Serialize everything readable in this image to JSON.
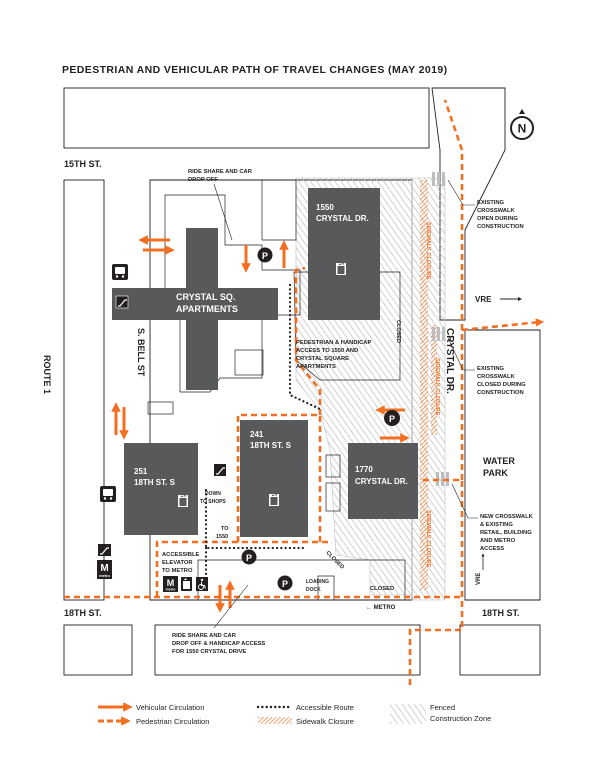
{
  "title": "PEDESTRIAN AND VEHICULAR PATH OF TRAVEL CHANGES (MAY 2019)",
  "compass": "N",
  "streets": {
    "north": "15TH ST.",
    "south_left": "18TH ST.",
    "south_right": "18TH ST.",
    "west": "ROUTE 1",
    "bell": "S. BELL ST",
    "crystal": "CRYSTAL DR."
  },
  "buildings": {
    "apartments_1": "CRYSTAL SQ.",
    "apartments_2": "APARTMENTS",
    "b1550_1": "1550",
    "b1550_2": "CRYSTAL DR.",
    "b241_1": "241",
    "b241_2": "18TH ST. S",
    "b251_1": "251",
    "b251_2": "18TH ST. S",
    "b1770_1": "1770",
    "b1770_2": "CRYSTAL DR."
  },
  "places": {
    "water_park_1": "WATER",
    "water_park_2": "PARK",
    "vre_east": "VRE",
    "vre_south": "VRE"
  },
  "annotations": {
    "rideshare_top_1": "RIDE SHARE AND CAR",
    "rideshare_top_2": "DROP OFF",
    "crosswalk_open_1": "EXISTING",
    "crosswalk_open_2": "CROSSWALK",
    "crosswalk_open_3": "OPEN DURING",
    "crosswalk_open_4": "CONSTRUCTION",
    "crosswalk_closed_1": "EXISTING",
    "crosswalk_closed_2": "CROSSWALK",
    "crosswalk_closed_3": "CLOSED DURING",
    "crosswalk_closed_4": "CONSTRUCTION",
    "ped_access_1": "PEDESTRIAN & HANDICAP",
    "ped_access_2": "ACCESS TO 1550 AND",
    "ped_access_3": "CRYSTAL SQUARE",
    "ped_access_4": "APARTMENTS",
    "new_crosswalk_1": "NEW CROSSWALK",
    "new_crosswalk_2": "& EXISTING",
    "new_crosswalk_3": "RETAIL, BUILDING",
    "new_crosswalk_4": "AND METRO",
    "new_crosswalk_5": "ACCESS",
    "down_shops_1": "DOWN",
    "down_shops_2": "TO SHOPS",
    "to1550_1": "TO",
    "to1550_2": "1550",
    "elevator_1": "ACCESSIBLE",
    "elevator_2": "ELEVATOR",
    "elevator_3": "TO METRO",
    "closed_1": "CLOSED",
    "closed_2": "CLOSED",
    "closed_3": "CLOSED",
    "loading_1": "LOADING",
    "loading_2": "DOCK",
    "metro_arrow": "← METRO",
    "rideshare_bottom_1": "RIDE SHARE AND CAR",
    "rideshare_bottom_2": "DROP OFF & HANDICAP ACCESS",
    "rideshare_bottom_3": "FOR 1550 CRYSTAL DRIVE",
    "sidewalk_closure_1": "SIDEWALK CLOSURE",
    "sidewalk_closure_2": "SIDEWALK CLOSURE",
    "sidewalk_closure_3": "SIDEWALK CLOSURE",
    "parking": "P",
    "metro_word": "metro"
  },
  "legend": {
    "vehicular": "Vehicular Circulation",
    "pedestrian": "Pedestrian Circulation",
    "accessible": "Accessible Route",
    "sidewalk": "Sidewalk Closure",
    "fenced_1": "Fenced",
    "fenced_2": "Construction Zone"
  },
  "colors": {
    "orange": "#f26f21",
    "building": "#58595b",
    "outline": "#231f20",
    "hatch": "#bcbec0"
  },
  "icons": [
    "north-compass-icon",
    "bus-icon",
    "escalator-icon",
    "elevator-icon",
    "parking-icon",
    "metro-icon",
    "wheelchair-icon"
  ]
}
